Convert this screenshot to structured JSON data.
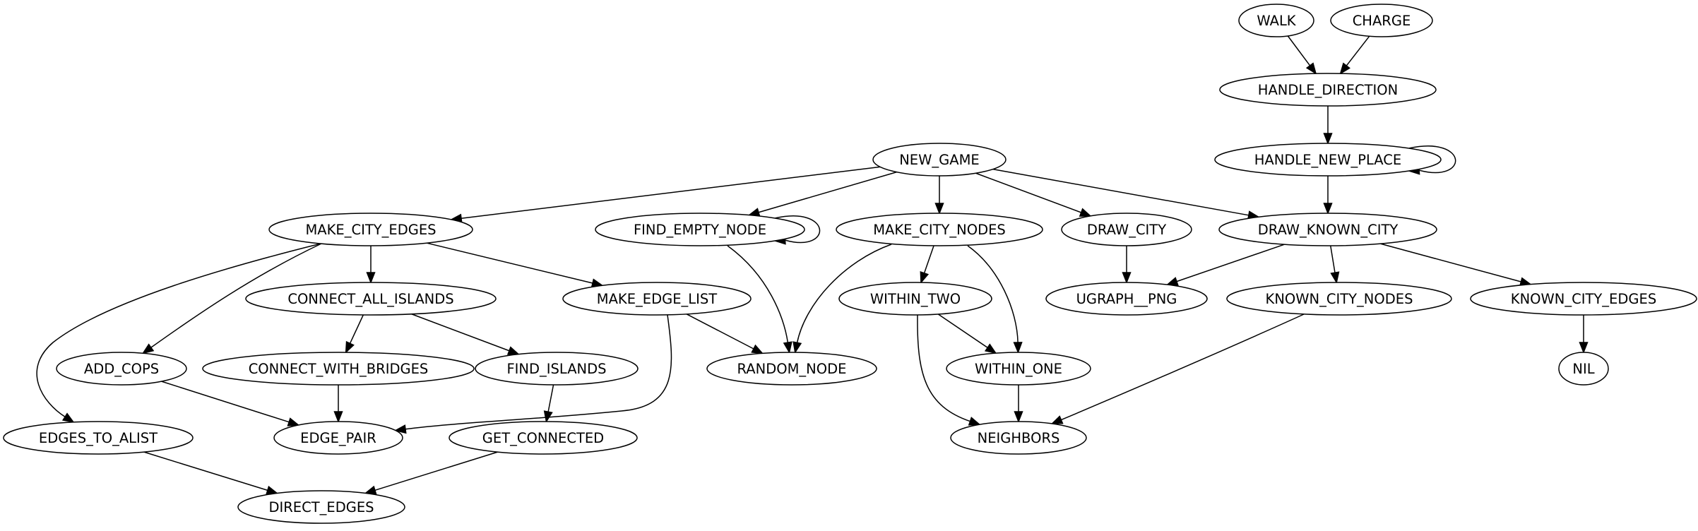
{
  "diagram": {
    "colors": {
      "stroke": "#000000",
      "fill": "#ffffff",
      "text": "#000000"
    },
    "nodes": [
      {
        "id": "walk",
        "label": "WALK"
      },
      {
        "id": "charge",
        "label": "CHARGE"
      },
      {
        "id": "handle_direction",
        "label": "HANDLE_DIRECTION"
      },
      {
        "id": "handle_new_place",
        "label": "HANDLE_NEW_PLACE"
      },
      {
        "id": "new_game",
        "label": "NEW_GAME"
      },
      {
        "id": "make_city_edges",
        "label": "MAKE_CITY_EDGES"
      },
      {
        "id": "find_empty_node",
        "label": "FIND_EMPTY_NODE"
      },
      {
        "id": "make_city_nodes",
        "label": "MAKE_CITY_NODES"
      },
      {
        "id": "draw_city",
        "label": "DRAW_CITY"
      },
      {
        "id": "draw_known_city",
        "label": "DRAW_KNOWN_CITY"
      },
      {
        "id": "connect_all_islands",
        "label": "CONNECT_ALL_ISLANDS"
      },
      {
        "id": "make_edge_list",
        "label": "MAKE_EDGE_LIST"
      },
      {
        "id": "within_two",
        "label": "WITHIN_TWO"
      },
      {
        "id": "ugraph_png",
        "label": "UGRAPH__PNG"
      },
      {
        "id": "known_city_nodes",
        "label": "KNOWN_CITY_NODES"
      },
      {
        "id": "known_city_edges",
        "label": "KNOWN_CITY_EDGES"
      },
      {
        "id": "add_cops",
        "label": "ADD_COPS"
      },
      {
        "id": "connect_with_bridges",
        "label": "CONNECT_WITH_BRIDGES"
      },
      {
        "id": "find_islands",
        "label": "FIND_ISLANDS"
      },
      {
        "id": "random_node",
        "label": "RANDOM_NODE"
      },
      {
        "id": "within_one",
        "label": "WITHIN_ONE"
      },
      {
        "id": "nil",
        "label": "NIL"
      },
      {
        "id": "edges_to_alist",
        "label": "EDGES_TO_ALIST"
      },
      {
        "id": "edge_pair",
        "label": "EDGE_PAIR"
      },
      {
        "id": "get_connected",
        "label": "GET_CONNECTED"
      },
      {
        "id": "neighbors",
        "label": "NEIGHBORS"
      },
      {
        "id": "direct_edges",
        "label": "DIRECT_EDGES"
      }
    ],
    "edges": [
      {
        "from": "walk",
        "to": "handle_direction"
      },
      {
        "from": "charge",
        "to": "handle_direction"
      },
      {
        "from": "handle_direction",
        "to": "handle_new_place"
      },
      {
        "from": "handle_new_place",
        "to": "handle_new_place"
      },
      {
        "from": "handle_new_place",
        "to": "draw_known_city"
      },
      {
        "from": "new_game",
        "to": "make_city_edges"
      },
      {
        "from": "new_game",
        "to": "find_empty_node"
      },
      {
        "from": "new_game",
        "to": "make_city_nodes"
      },
      {
        "from": "new_game",
        "to": "draw_city"
      },
      {
        "from": "new_game",
        "to": "draw_known_city"
      },
      {
        "from": "find_empty_node",
        "to": "find_empty_node"
      },
      {
        "from": "find_empty_node",
        "to": "random_node"
      },
      {
        "from": "make_city_edges",
        "to": "edges_to_alist"
      },
      {
        "from": "make_city_edges",
        "to": "add_cops"
      },
      {
        "from": "make_city_edges",
        "to": "connect_all_islands"
      },
      {
        "from": "make_city_edges",
        "to": "make_edge_list"
      },
      {
        "from": "connect_all_islands",
        "to": "connect_with_bridges"
      },
      {
        "from": "connect_all_islands",
        "to": "find_islands"
      },
      {
        "from": "make_edge_list",
        "to": "edge_pair"
      },
      {
        "from": "make_edge_list",
        "to": "random_node"
      },
      {
        "from": "make_city_nodes",
        "to": "random_node"
      },
      {
        "from": "make_city_nodes",
        "to": "within_two"
      },
      {
        "from": "make_city_nodes",
        "to": "within_one"
      },
      {
        "from": "within_two",
        "to": "within_one"
      },
      {
        "from": "within_two",
        "to": "neighbors"
      },
      {
        "from": "within_one",
        "to": "neighbors"
      },
      {
        "from": "draw_city",
        "to": "ugraph_png"
      },
      {
        "from": "draw_known_city",
        "to": "ugraph_png"
      },
      {
        "from": "draw_known_city",
        "to": "known_city_nodes"
      },
      {
        "from": "draw_known_city",
        "to": "known_city_edges"
      },
      {
        "from": "known_city_nodes",
        "to": "neighbors"
      },
      {
        "from": "known_city_edges",
        "to": "nil"
      },
      {
        "from": "add_cops",
        "to": "edge_pair"
      },
      {
        "from": "connect_with_bridges",
        "to": "edge_pair"
      },
      {
        "from": "find_islands",
        "to": "get_connected"
      },
      {
        "from": "edges_to_alist",
        "to": "direct_edges"
      },
      {
        "from": "get_connected",
        "to": "direct_edges"
      }
    ]
  }
}
